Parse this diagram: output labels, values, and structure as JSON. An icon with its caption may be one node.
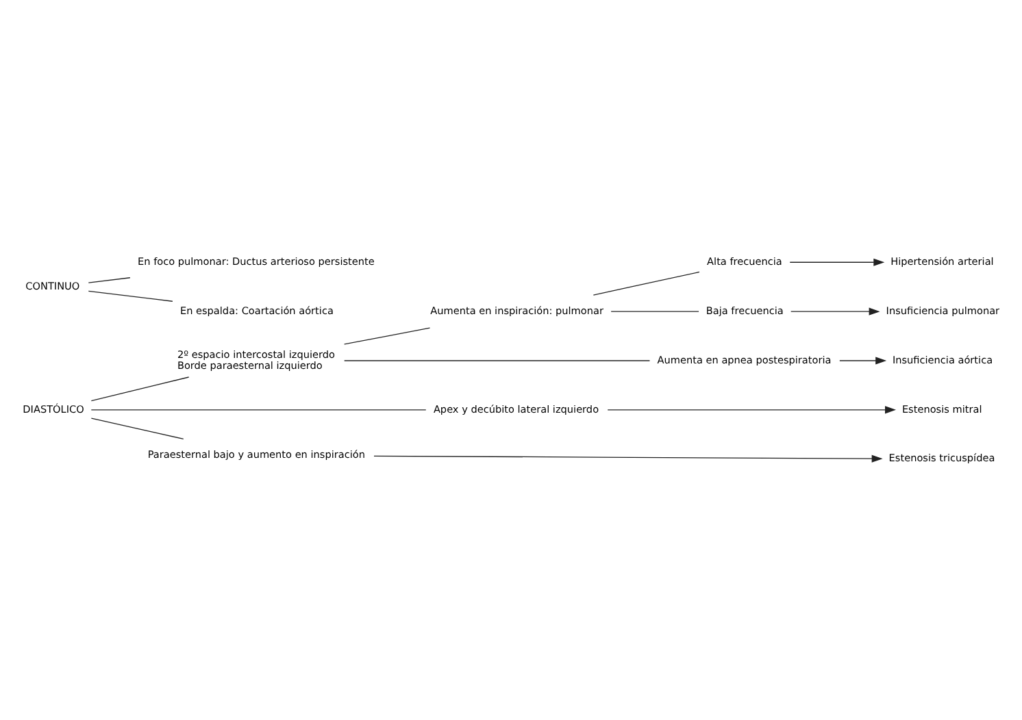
{
  "diagram": {
    "nodes": [
      {
        "text": [
          "DIASTÓLICO"
        ]
      },
      {
        "text": [
          "2º espacio intercostal izquierdo",
          "Borde paraesternal izquierdo"
        ]
      },
      {
        "text": [
          "Aumenta en inspiración: pulmonar"
        ]
      },
      {
        "text": [
          "Alta frecuencia"
        ]
      },
      {
        "text": [
          "Hipertensión arterial"
        ]
      },
      {
        "text": [
          "Baja frecuencia"
        ]
      },
      {
        "text": [
          "Insuficiencia pulmonar"
        ]
      },
      {
        "text": [
          "Aumenta en apnea postespiratoria"
        ]
      },
      {
        "text": [
          "Insuficiencia aórtica"
        ]
      },
      {
        "text": [
          "Apex y decúbito lateral izquierdo"
        ]
      },
      {
        "text": [
          "Estenosis mitral"
        ]
      },
      {
        "text": [
          "Paraesternal bajo y aumento en inspiración"
        ]
      },
      {
        "text": [
          "Estenosis tricuspídea"
        ]
      },
      {
        "text": [
          "CONTINUO"
        ]
      },
      {
        "text": [
          "En foco pulmonar: Ductus arterioso persistente"
        ]
      },
      {
        "text": [
          "En espalda: Coartación aórtica"
        ]
      }
    ],
    "edges": [
      {
        "from": 0,
        "to": 1,
        "arrow": "none"
      },
      {
        "from": 1,
        "to": 2,
        "arrow": "none"
      },
      {
        "from": 2,
        "to": 3,
        "arrow": "none"
      },
      {
        "from": 3,
        "to": 4,
        "arrow": "to"
      },
      {
        "from": 2,
        "to": 5,
        "arrow": "none"
      },
      {
        "from": 5,
        "to": 6,
        "arrow": "to"
      },
      {
        "from": 1,
        "to": 7,
        "arrow": "none"
      },
      {
        "from": 7,
        "to": 8,
        "arrow": "to"
      },
      {
        "from": 0,
        "to": 9,
        "arrow": "none"
      },
      {
        "from": 9,
        "to": 10,
        "arrow": "to"
      },
      {
        "from": 0,
        "to": 11,
        "arrow": "none"
      },
      {
        "from": 11,
        "to": 12,
        "arrow": "to"
      },
      {
        "from": 13,
        "to": 14,
        "arrow": "none"
      },
      {
        "from": 13,
        "to": 15,
        "arrow": "none"
      }
    ]
  }
}
